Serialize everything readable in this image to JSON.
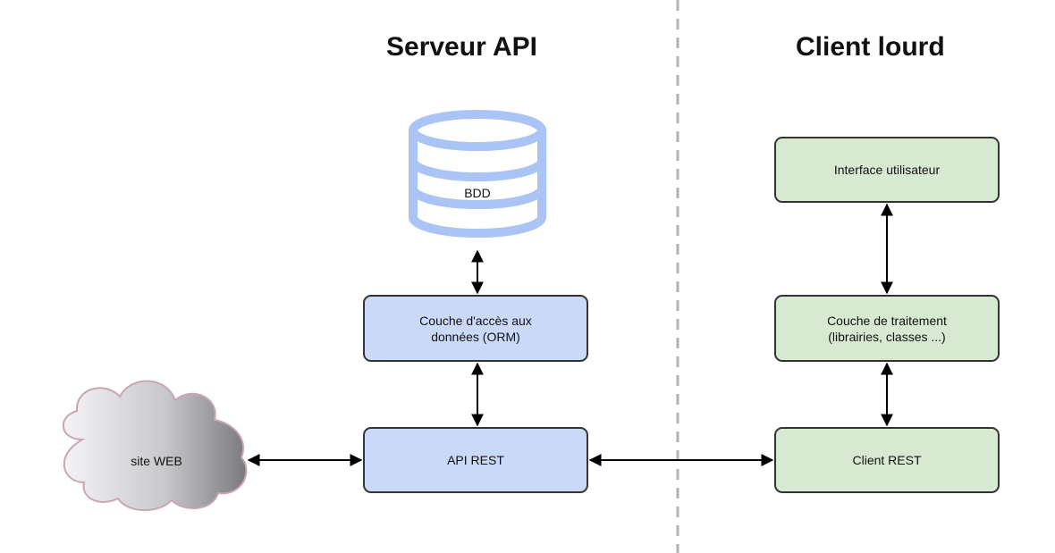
{
  "sections": {
    "left_title": "Serveur API",
    "right_title": "Client lourd"
  },
  "nodes": {
    "database": {
      "label": "BDD",
      "icon": "database-icon"
    },
    "orm": {
      "label": "Couche d'accès aux\ndonnées (ORM)"
    },
    "api_rest": {
      "label": "API REST"
    },
    "website": {
      "label": "site WEB",
      "icon": "cloud-icon"
    },
    "user_interface": {
      "label": "Interface utilisateur"
    },
    "processing": {
      "label": "Couche de traitement\n(librairies, classes ...)"
    },
    "client_rest": {
      "label": "Client REST"
    }
  },
  "edges": [
    {
      "from": "database",
      "to": "orm",
      "direction": "both"
    },
    {
      "from": "orm",
      "to": "api_rest",
      "direction": "both"
    },
    {
      "from": "website",
      "to": "api_rest",
      "direction": "both"
    },
    {
      "from": "api_rest",
      "to": "client_rest",
      "direction": "both"
    },
    {
      "from": "client_rest",
      "to": "processing",
      "direction": "both"
    },
    {
      "from": "processing",
      "to": "user_interface",
      "direction": "both"
    }
  ],
  "colors": {
    "server_box_fill": "#c9d9f7",
    "client_box_fill": "#d8e9d2",
    "database_stroke": "#a9c4f5",
    "cloud_stroke": "#c9a5b5",
    "box_border": "#333333",
    "separator": "#b3b3b3"
  }
}
